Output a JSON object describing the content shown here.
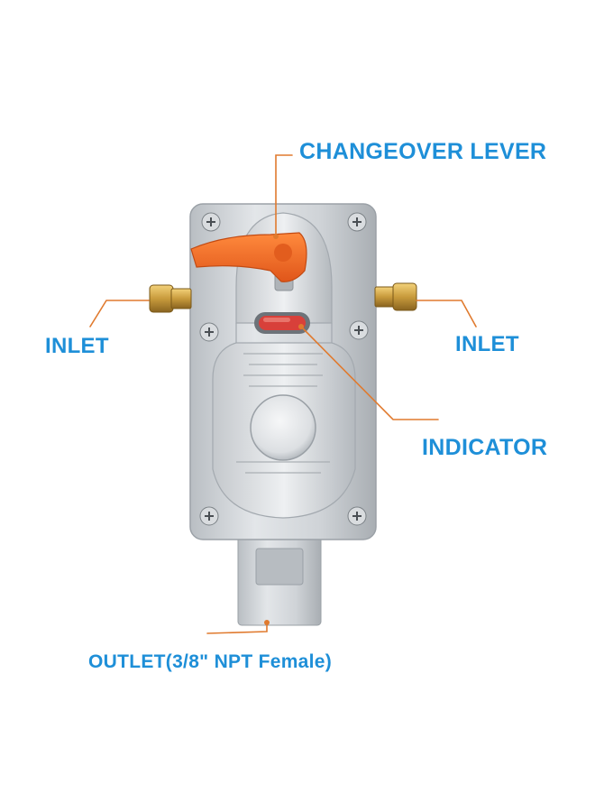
{
  "labels": {
    "changeover_lever": "CHANGEOVER LEVER",
    "inlet_left": "INLET",
    "inlet_right": "INLET",
    "indicator": "INDICATOR",
    "outlet": "OUTLET(3/8\" NPT Female)"
  },
  "colors": {
    "label_text": "#1E8FD8",
    "leader_line": "#E07A2E",
    "lever": "#F06A22",
    "indicator_window": "#D8403A",
    "body_metal": "#C9CDD1",
    "brass": "#C89B3C"
  },
  "icons": {
    "lever": "lever-handle-icon",
    "indicator": "indicator-window-icon",
    "fitting": "brass-fitting-icon",
    "screw": "phillips-screw-icon"
  }
}
